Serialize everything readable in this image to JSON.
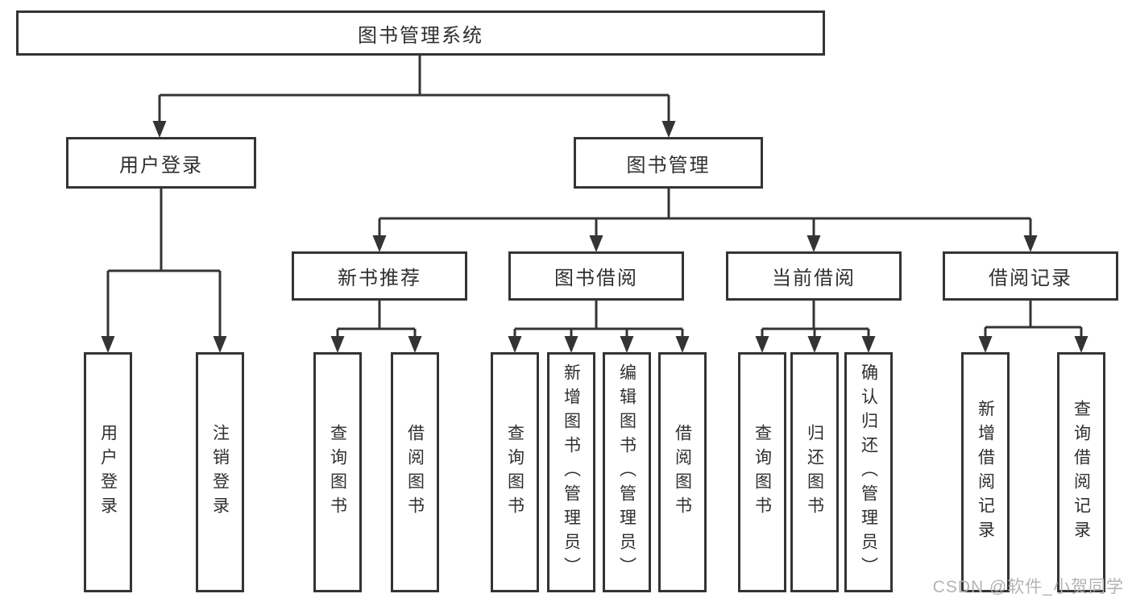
{
  "tree": {
    "root": "图书管理系统",
    "level2": [
      {
        "label": "用户登录",
        "children": [
          "用户登录",
          "注销登录"
        ]
      },
      {
        "label": "图书管理",
        "children": [
          {
            "label": "新书推荐",
            "children": [
              "查询图书",
              "借阅图书"
            ]
          },
          {
            "label": "图书借阅",
            "children": [
              "查询图书",
              "新增图书（管理员）",
              "编辑图书（管理员）",
              "借阅图书"
            ]
          },
          {
            "label": "当前借阅",
            "children": [
              "查询图书",
              "归还图书",
              "确认归还（管理员）"
            ]
          },
          {
            "label": "借阅记录",
            "children": [
              "新增借阅记录",
              "查询借阅记录"
            ]
          }
        ]
      }
    ]
  },
  "watermark": "CSDN @软件_小贺同学",
  "colors": {
    "line": "#343434",
    "box_border": "#343434",
    "text": "#2f2f2f",
    "background": "#ffffff",
    "watermark": "#b3b3b3"
  }
}
